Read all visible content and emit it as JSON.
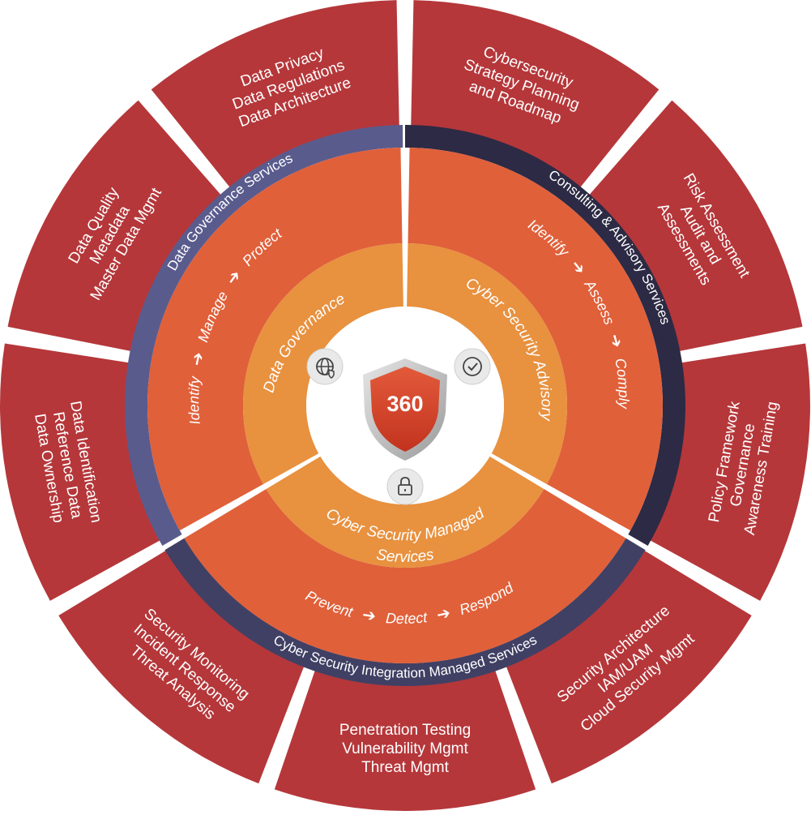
{
  "colors": {
    "outer_red": "#b5373a",
    "dark_navy": "#2c2a44",
    "purple_band": "#5a5b8d",
    "ring_orange": "#e0603a",
    "inner_orange": "#e8913f",
    "shield_red": "#d6452f"
  },
  "center": {
    "label": "360",
    "icon": "shield-icon"
  },
  "outer_segments": [
    {
      "lines": [
        "Cybersecurity",
        "Strategy Planning",
        "and Roadmap"
      ]
    },
    {
      "lines": [
        "Risk Assessment",
        "Audit and",
        "Assessments"
      ]
    },
    {
      "lines": [
        "Policy Framework",
        "Governance",
        "Awareness Training"
      ]
    },
    {
      "lines": [
        "Security Architecture",
        "IAM/UAM",
        "Cloud Security Mgmt"
      ]
    },
    {
      "lines": [
        "Penetration Testing",
        "Vulnerability Mgmt",
        "Threat Mgmt"
      ]
    },
    {
      "lines": [
        "Security Monitoring",
        "Incident Response",
        "Threat Analysis"
      ]
    },
    {
      "lines": [
        "Data Identification",
        "Reference Data",
        "Data Ownership"
      ]
    },
    {
      "lines": [
        "Data Quality",
        "Metadata",
        "Master Data Mgmt"
      ]
    },
    {
      "lines": [
        "Data Privacy",
        "Data Regulations",
        "Data Architecture"
      ]
    }
  ],
  "bands": {
    "consulting": "Consulting & Advisory Services",
    "integration": "Cyber Security Integration Managed Services",
    "governance": "Data Governance Services"
  },
  "steps": {
    "advisory": [
      "Identify",
      "Assess",
      "Comply"
    ],
    "managed": [
      "Prevent",
      "Detect",
      "Respond"
    ],
    "governance": [
      "Identify",
      "Manage",
      "Protect"
    ],
    "arrow_glyph": "➔"
  },
  "inner": {
    "governance": "Data Governance",
    "advisory": "Cyber Security Advisory",
    "managed_line1": "Cyber Security Managed",
    "managed_line2": "Services"
  },
  "icons": [
    "globe-shield-icon",
    "check-circle-icon",
    "padlock-icon"
  ]
}
